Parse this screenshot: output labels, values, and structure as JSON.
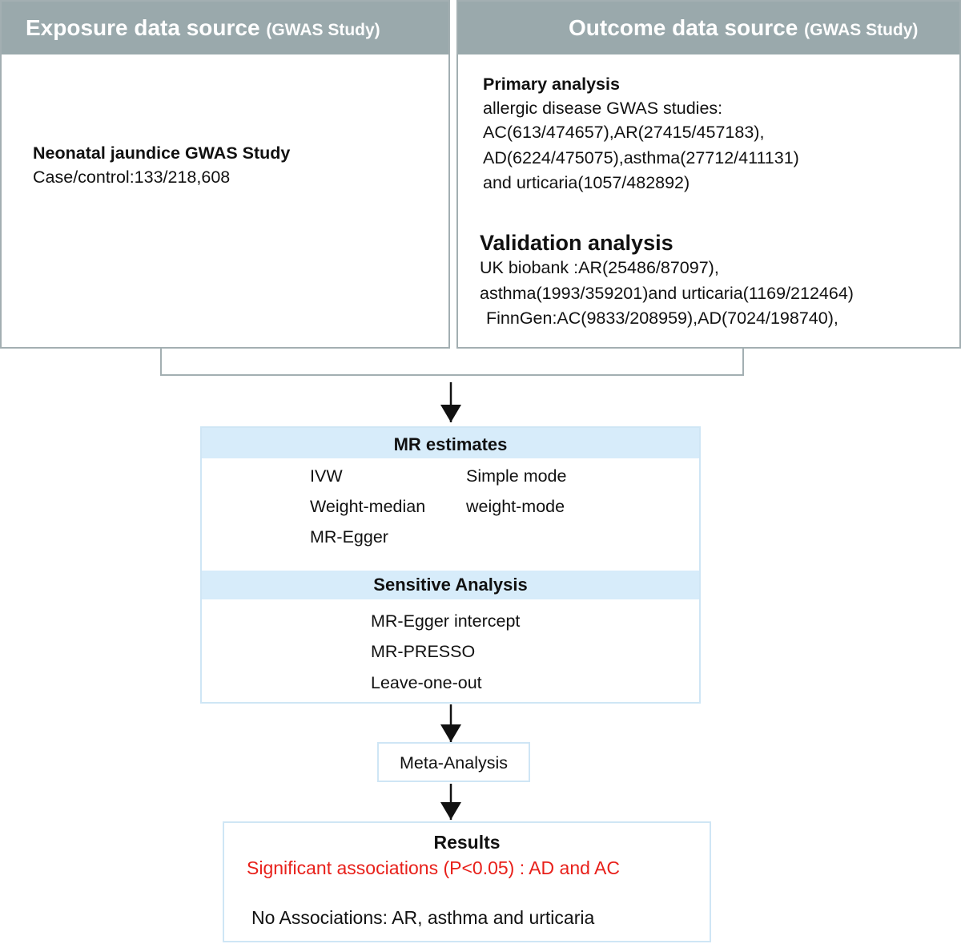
{
  "exposure": {
    "header_main": "Exposure data source",
    "header_sub": "(GWAS Study)",
    "title": "Neonatal jaundice GWAS Study",
    "detail": "Case/control:133/218,608"
  },
  "outcome": {
    "header_main": "Outcome data source",
    "header_sub": "(GWAS Study)",
    "primary_title": "Primary analysis",
    "primary_lines": [
      "allergic disease GWAS studies:",
      "AC(613/474657),AR(27415/457183),",
      "AD(6224/475075),asthma(27712/411131)",
      "and urticaria(1057/482892)"
    ],
    "validation_title": "Validation analysis",
    "validation_lines": [
      "UK biobank :AR(25486/87097),",
      "asthma(1993/359201)and urticaria(1169/212464)",
      "FinnGen:AC(9833/208959),AD(7024/198740),"
    ]
  },
  "mr": {
    "title": "MR estimates",
    "methods_left": [
      "IVW",
      "Weight-median",
      "MR-Egger"
    ],
    "methods_right": [
      "Simple mode",
      "weight-mode"
    ]
  },
  "sensitive": {
    "title": "Sensitive Analysis",
    "methods": [
      "MR-Egger intercept",
      "MR-PRESSO",
      "Leave-one-out"
    ]
  },
  "meta": {
    "label": "Meta-Analysis"
  },
  "results": {
    "title": "Results",
    "significant": "Significant associations (P<0.05) : AD and AC",
    "none": "No Associations: AR, asthma and urticaria"
  },
  "colors": {
    "header_gray": "#9aa9ac",
    "border_gray": "#a3afb2",
    "light_blue": "#d7ecfa",
    "blue_border": "#cfe6f5",
    "significant_red": "#e8201a"
  }
}
